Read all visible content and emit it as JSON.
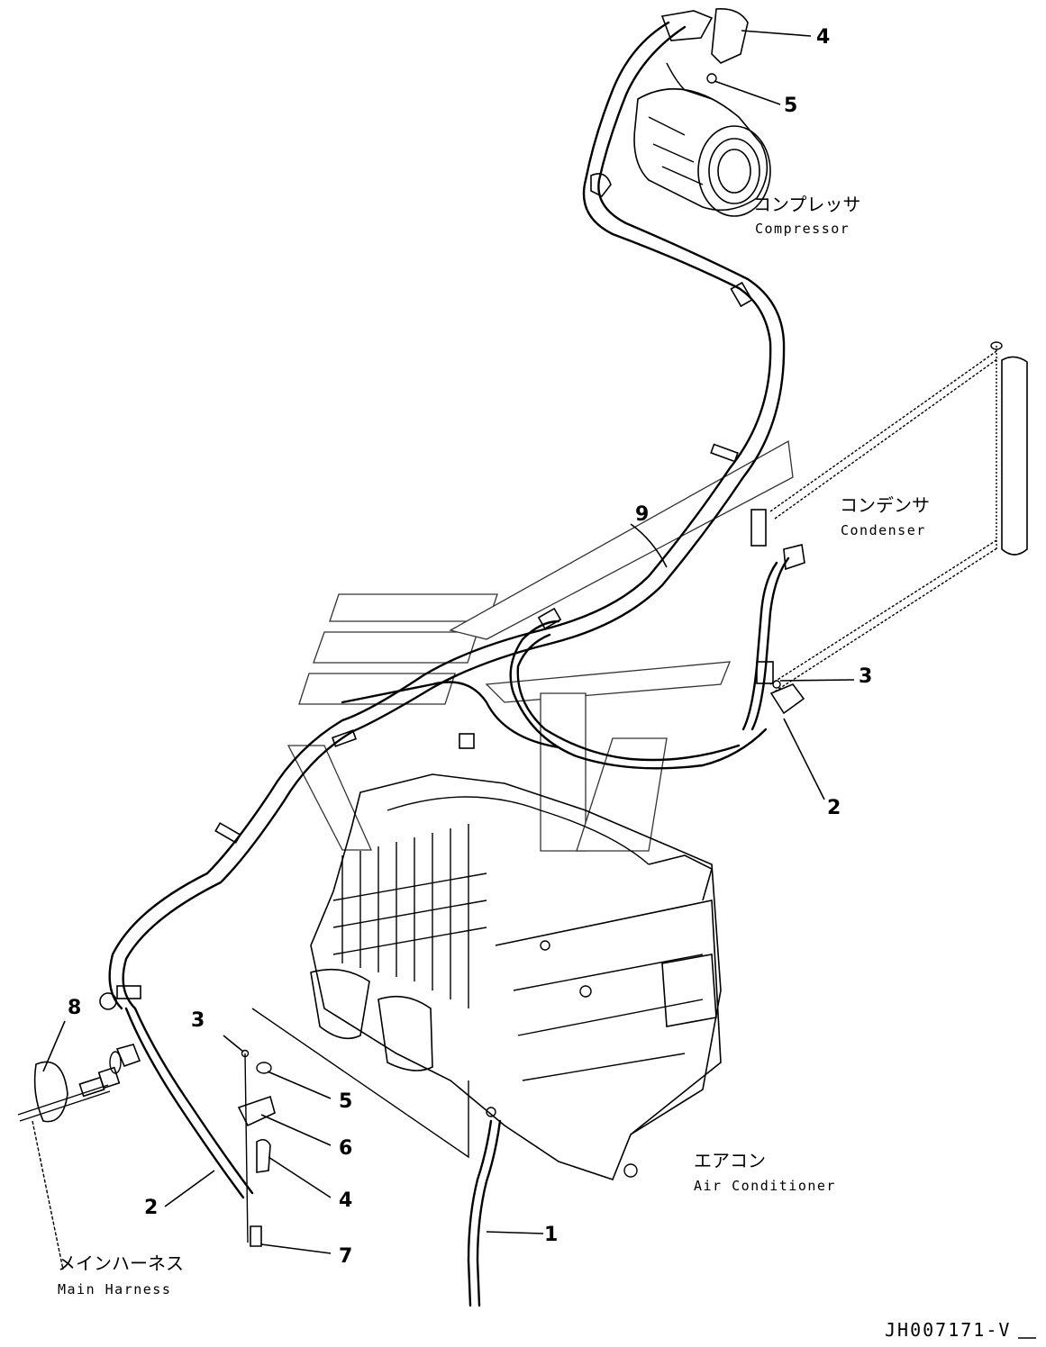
{
  "labels": {
    "compressor_jp": "コンプレッサ",
    "compressor_en": "Compressor",
    "condenser_jp": "コンデンサ",
    "condenser_en": "Condenser",
    "air_conditioner_jp": "エアコン",
    "air_conditioner_en": "Air Conditioner",
    "main_harness_jp": "メインハーネス",
    "main_harness_en": "Main Harness"
  },
  "callouts": {
    "c1": "1",
    "c2_left": "2",
    "c2_right": "2",
    "c3_left": "3",
    "c3_right": "3",
    "c4_bottom": "4",
    "c4_top": "4",
    "c5_bottom": "5",
    "c5_top": "5",
    "c6": "6",
    "c7": "7",
    "c8": "8",
    "c9": "9"
  },
  "drawing_id": "JH007171-V",
  "colors": {
    "line": "#000000",
    "background": "#ffffff"
  }
}
